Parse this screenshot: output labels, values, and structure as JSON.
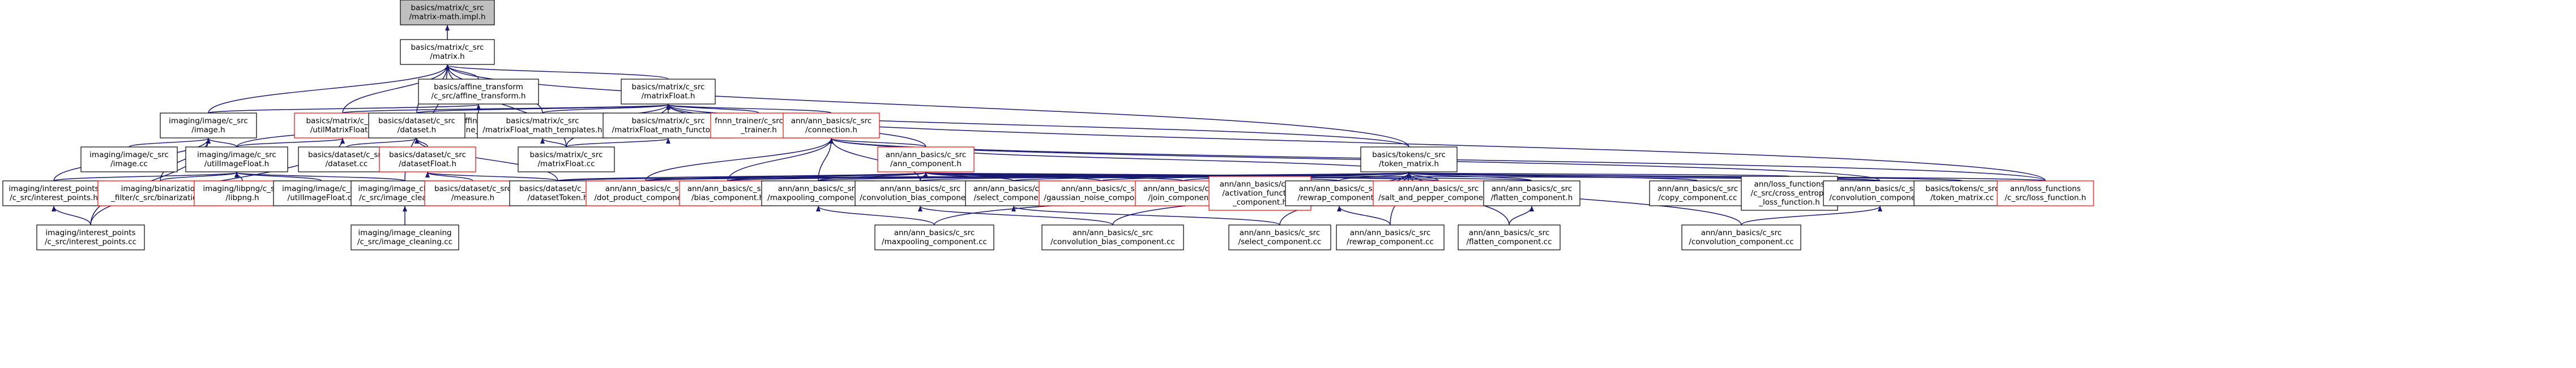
{
  "colors": {
    "edge": "#191970",
    "node_border": "#000000",
    "incomplete_border": "#ff0000",
    "root_fill": "#bfbfbf",
    "background": "#ffffff"
  },
  "nodes": [
    {
      "id": "root",
      "lines": [
        "basics/matrix/c_src",
        "/matrix-math.impl.h"
      ],
      "kind": "root"
    },
    {
      "id": "matrix_h",
      "lines": [
        "basics/matrix/c_src",
        "/matrix.h"
      ]
    },
    {
      "id": "affine_h",
      "lines": [
        "basics/affine_transform",
        "/c_src/affine_transform.h"
      ]
    },
    {
      "id": "matrixfloat_h",
      "lines": [
        "basics/matrix/c_src",
        "/matrixFloat.h"
      ]
    },
    {
      "id": "tokenmatrix_h",
      "lines": [
        "basics/tokens/c_src",
        "/token_matrix.h"
      ]
    },
    {
      "id": "image_h",
      "lines": [
        "imaging/image/c_src",
        "/image.h"
      ]
    },
    {
      "id": "affine_cc",
      "lines": [
        "basics/affine_transform",
        "/c_src/affine_transform.cc"
      ]
    },
    {
      "id": "utilmatrix_h",
      "lines": [
        "basics/matrix/c_src",
        "/utilMatrixFloat.h"
      ],
      "kind": "red"
    },
    {
      "id": "dataset_h",
      "lines": [
        "basics/dataset/c_src",
        "/dataset.h"
      ]
    },
    {
      "id": "mf_templates_h",
      "lines": [
        "basics/matrix/c_src",
        "/matrixFloat_math_templates.h"
      ]
    },
    {
      "id": "mf_functors_h",
      "lines": [
        "basics/matrix/c_src",
        "/matrixFloat_math_functors.h"
      ]
    },
    {
      "id": "trainer_h",
      "lines": [
        "fnnn_trainer/c_src/fnnn",
        "_trainer.h"
      ],
      "kind": "red"
    },
    {
      "id": "connection_h",
      "lines": [
        "ann/ann_basics/c_src",
        "/connection.h"
      ],
      "kind": "red"
    },
    {
      "id": "image_cc",
      "lines": [
        "imaging/image/c_src",
        "/image.cc"
      ]
    },
    {
      "id": "utilimage_h",
      "lines": [
        "imaging/image/c_src",
        "/utilImageFloat.h"
      ]
    },
    {
      "id": "dataset_cc",
      "lines": [
        "basics/dataset/c_src",
        "/dataset.cc"
      ]
    },
    {
      "id": "datasetfloat_h",
      "lines": [
        "basics/dataset/c_src",
        "/datasetFloat.h"
      ],
      "kind": "red"
    },
    {
      "id": "matrixfloat_cc",
      "lines": [
        "basics/matrix/c_src",
        "/matrixFloat.cc"
      ]
    },
    {
      "id": "anncomp_h",
      "lines": [
        "ann/ann_basics/c_src",
        "/ann_component.h"
      ],
      "kind": "red"
    },
    {
      "id": "interest_h",
      "lines": [
        "imaging/interest_points",
        "/c_src/interest_points.h"
      ]
    },
    {
      "id": "binarization_h",
      "lines": [
        "imaging/binarization",
        "_filter/c_src/binarization.h"
      ],
      "kind": "red"
    },
    {
      "id": "libpng_h",
      "lines": [
        "imaging/libpng/c_src",
        "/libpng.h"
      ],
      "kind": "red"
    },
    {
      "id": "utilimage_cc",
      "lines": [
        "imaging/image/c_src",
        "/utilImageFloat.cc"
      ]
    },
    {
      "id": "imgclean_h",
      "lines": [
        "imaging/image_cleaning",
        "/c_src/image_cleaning.h"
      ]
    },
    {
      "id": "measure_h",
      "lines": [
        "basics/dataset/c_src",
        "/measure.h"
      ],
      "kind": "red"
    },
    {
      "id": "datasettoken_h",
      "lines": [
        "basics/dataset/c_src",
        "/datasetToken.h"
      ]
    },
    {
      "id": "dotproduct_h",
      "lines": [
        "ann/ann_basics/c_src",
        "/dot_product_component.h"
      ],
      "kind": "red"
    },
    {
      "id": "bias_h",
      "lines": [
        "ann/ann_basics/c_src",
        "/bias_component.h"
      ],
      "kind": "red"
    },
    {
      "id": "maxpool_h",
      "lines": [
        "ann/ann_basics/c_src",
        "/maxpooling_component.h"
      ]
    },
    {
      "id": "convbias_h",
      "lines": [
        "ann/ann_basics/c_src",
        "/convolution_bias_component.h"
      ]
    },
    {
      "id": "select_h",
      "lines": [
        "ann/ann_basics/c_src",
        "/select_component.h"
      ]
    },
    {
      "id": "gaussian_h",
      "lines": [
        "ann/ann_basics/c_src",
        "/gaussian_noise_component.h"
      ],
      "kind": "red"
    },
    {
      "id": "join_h",
      "lines": [
        "ann/ann_basics/c_src",
        "/join_component.h"
      ],
      "kind": "red"
    },
    {
      "id": "activation_h",
      "lines": [
        "ann/ann_basics/c_src",
        "/activation_function",
        "_component.h"
      ],
      "kind": "red"
    },
    {
      "id": "rewrap_h",
      "lines": [
        "ann/ann_basics/c_src",
        "/rewrap_component.h"
      ]
    },
    {
      "id": "saltpepper_h",
      "lines": [
        "ann/ann_basics/c_src",
        "/salt_and_pepper_component.h"
      ],
      "kind": "red"
    },
    {
      "id": "flatten_h",
      "lines": [
        "ann/ann_basics/c_src",
        "/flatten_component.h"
      ]
    },
    {
      "id": "copy_cc",
      "lines": [
        "ann/ann_basics/c_src",
        "/copy_component.cc"
      ]
    },
    {
      "id": "crossentropy_h",
      "lines": [
        "ann/loss_functions",
        "/c_src/cross_entropy",
        "_loss_function.h"
      ]
    },
    {
      "id": "convolution_h",
      "lines": [
        "ann/ann_basics/c_src",
        "/convolution_component.h"
      ]
    },
    {
      "id": "tokenmatrix_cc",
      "lines": [
        "basics/tokens/c_src",
        "/token_matrix.cc"
      ]
    },
    {
      "id": "lossfunction_h",
      "lines": [
        "ann/loss_functions",
        "/c_src/loss_function.h"
      ],
      "kind": "red"
    },
    {
      "id": "interest_cc",
      "lines": [
        "imaging/interest_points",
        "/c_src/interest_points.cc"
      ]
    },
    {
      "id": "imgclean_cc",
      "lines": [
        "imaging/image_cleaning",
        "/c_src/image_cleaning.cc"
      ]
    },
    {
      "id": "maxpool_cc",
      "lines": [
        "ann/ann_basics/c_src",
        "/maxpooling_component.cc"
      ]
    },
    {
      "id": "convbias_cc",
      "lines": [
        "ann/ann_basics/c_src",
        "/convolution_bias_component.cc"
      ]
    },
    {
      "id": "select_cc",
      "lines": [
        "ann/ann_basics/c_src",
        "/select_component.cc"
      ]
    },
    {
      "id": "rewrap_cc",
      "lines": [
        "ann/ann_basics/c_src",
        "/rewrap_component.cc"
      ]
    },
    {
      "id": "flatten_cc",
      "lines": [
        "ann/ann_basics/c_src",
        "/flatten_component.cc"
      ]
    },
    {
      "id": "convolution_cc",
      "lines": [
        "ann/ann_basics/c_src",
        "/convolution_component.cc"
      ]
    }
  ],
  "edges": [
    [
      "root",
      "matrix_h"
    ],
    [
      "matrix_h",
      "affine_h"
    ],
    [
      "matrix_h",
      "matrixfloat_h"
    ],
    [
      "matrix_h",
      "tokenmatrix_h"
    ],
    [
      "matrix_h",
      "image_h"
    ],
    [
      "matrix_h",
      "dataset_h"
    ],
    [
      "matrix_h",
      "mf_templates_h"
    ],
    [
      "matrix_h",
      "matrixfloat_cc"
    ],
    [
      "matrix_h",
      "imgclean_h"
    ],
    [
      "matrix_h",
      "utilmatrix_h"
    ],
    [
      "affine_h",
      "affine_cc"
    ],
    [
      "affine_h",
      "image_h"
    ],
    [
      "matrixfloat_h",
      "utilmatrix_h"
    ],
    [
      "matrixfloat_h",
      "dataset_h"
    ],
    [
      "matrixfloat_h",
      "mf_templates_h"
    ],
    [
      "matrixfloat_h",
      "mf_functors_h"
    ],
    [
      "matrixfloat_h",
      "trainer_h"
    ],
    [
      "matrixfloat_h",
      "connection_h"
    ],
    [
      "matrixfloat_h",
      "anncomp_h"
    ],
    [
      "matrixfloat_h",
      "tokenmatrix_h"
    ],
    [
      "matrixfloat_h",
      "lossfunction_h"
    ],
    [
      "matrixfloat_h",
      "utilimage_h"
    ],
    [
      "matrixfloat_h",
      "matrixfloat_cc"
    ],
    [
      "image_h",
      "image_cc"
    ],
    [
      "image_h",
      "utilimage_h"
    ],
    [
      "image_h",
      "interest_h"
    ],
    [
      "image_h",
      "interest_cc"
    ],
    [
      "image_h",
      "binarization_h"
    ],
    [
      "utilmatrix_h",
      "utilimage_h"
    ],
    [
      "utilmatrix_h",
      "interest_cc"
    ],
    [
      "dataset_h",
      "dataset_cc"
    ],
    [
      "dataset_h",
      "datasetfloat_h"
    ],
    [
      "dataset_h",
      "datasettoken_h"
    ],
    [
      "datasetfloat_h",
      "dataset_cc"
    ],
    [
      "datasetfloat_h",
      "measure_h"
    ],
    [
      "datasetfloat_h",
      "datasettoken_h"
    ],
    [
      "mf_templates_h",
      "matrixfloat_cc"
    ],
    [
      "mf_functors_h",
      "matrixfloat_cc"
    ],
    [
      "connection_h",
      "anncomp_h"
    ],
    [
      "connection_h",
      "dotproduct_h"
    ],
    [
      "connection_h",
      "bias_h"
    ],
    [
      "connection_h",
      "maxpool_h"
    ],
    [
      "connection_h",
      "convbias_h"
    ],
    [
      "connection_h",
      "convolution_h"
    ],
    [
      "connection_h",
      "lossfunction_h"
    ],
    [
      "utilimage_h",
      "interest_h"
    ],
    [
      "utilimage_h",
      "binarization_h"
    ],
    [
      "utilimage_h",
      "libpng_h"
    ],
    [
      "utilimage_h",
      "utilimage_cc"
    ],
    [
      "utilimage_h",
      "imgclean_h"
    ],
    [
      "interest_h",
      "interest_cc"
    ],
    [
      "imgclean_h",
      "imgclean_cc"
    ],
    [
      "anncomp_h",
      "dotproduct_h"
    ],
    [
      "anncomp_h",
      "bias_h"
    ],
    [
      "anncomp_h",
      "maxpool_h"
    ],
    [
      "anncomp_h",
      "convbias_h"
    ],
    [
      "anncomp_h",
      "select_h"
    ],
    [
      "anncomp_h",
      "gaussian_h"
    ],
    [
      "anncomp_h",
      "join_h"
    ],
    [
      "anncomp_h",
      "activation_h"
    ],
    [
      "anncomp_h",
      "rewrap_h"
    ],
    [
      "anncomp_h",
      "saltpepper_h"
    ],
    [
      "anncomp_h",
      "flatten_h"
    ],
    [
      "anncomp_h",
      "convolution_h"
    ],
    [
      "anncomp_h",
      "datasettoken_h"
    ],
    [
      "tokenmatrix_h",
      "datasettoken_h"
    ],
    [
      "tokenmatrix_h",
      "anncomp_h"
    ],
    [
      "tokenmatrix_h",
      "dotproduct_h"
    ],
    [
      "tokenmatrix_h",
      "bias_h"
    ],
    [
      "tokenmatrix_h",
      "maxpool_h"
    ],
    [
      "tokenmatrix_h",
      "convbias_h"
    ],
    [
      "tokenmatrix_h",
      "select_h"
    ],
    [
      "tokenmatrix_h",
      "gaussian_h"
    ],
    [
      "tokenmatrix_h",
      "join_h"
    ],
    [
      "tokenmatrix_h",
      "activation_h"
    ],
    [
      "tokenmatrix_h",
      "rewrap_h"
    ],
    [
      "tokenmatrix_h",
      "saltpepper_h"
    ],
    [
      "tokenmatrix_h",
      "flatten_h"
    ],
    [
      "tokenmatrix_h",
      "copy_cc"
    ],
    [
      "tokenmatrix_h",
      "crossentropy_h"
    ],
    [
      "tokenmatrix_h",
      "convolution_h"
    ],
    [
      "tokenmatrix_h",
      "tokenmatrix_cc"
    ],
    [
      "tokenmatrix_h",
      "lossfunction_h"
    ],
    [
      "tokenmatrix_h",
      "maxpool_cc"
    ],
    [
      "tokenmatrix_h",
      "convbias_cc"
    ],
    [
      "tokenmatrix_h",
      "select_cc"
    ],
    [
      "tokenmatrix_h",
      "rewrap_cc"
    ],
    [
      "tokenmatrix_h",
      "flatten_cc"
    ],
    [
      "tokenmatrix_h",
      "convolution_cc"
    ],
    [
      "maxpool_h",
      "maxpool_cc"
    ],
    [
      "convbias_h",
      "convbias_cc"
    ],
    [
      "select_h",
      "select_cc"
    ],
    [
      "rewrap_h",
      "rewrap_cc"
    ],
    [
      "flatten_h",
      "flatten_cc"
    ],
    [
      "convolution_h",
      "convolution_cc"
    ]
  ]
}
